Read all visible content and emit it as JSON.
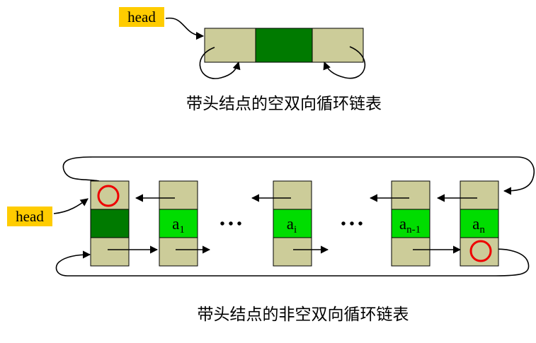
{
  "colors": {
    "cell_tan": "#cccc99",
    "header_data_green": "#007a00",
    "node_data_green": "#00dd00",
    "head_label_bg": "#ffcc00",
    "marker_red": "#ee0000",
    "line": "#000000"
  },
  "empty_list": {
    "head_label": "head",
    "caption": "带头结点的空双向循环链表"
  },
  "nonempty_list": {
    "head_label": "head",
    "caption": "带头结点的非空双向循环链表",
    "ellipsis": "• • •",
    "nodes": [
      {
        "base": "a",
        "sub": "1"
      },
      {
        "base": "a",
        "sub": "i"
      },
      {
        "base": "a",
        "sub": "n-1"
      },
      {
        "base": "a",
        "sub": "n"
      }
    ]
  }
}
